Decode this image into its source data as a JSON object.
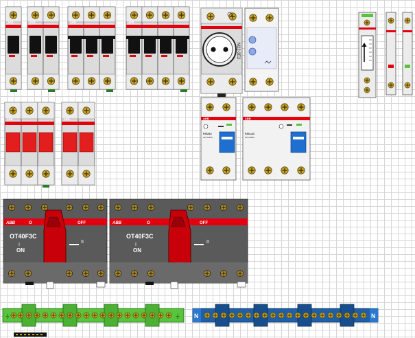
{
  "brand": "ABB",
  "colors": {
    "brand_red": "#e3000f",
    "handle_red": "#c8000a",
    "body_grey": "#d9d9d9",
    "dark_body": "#5a5a5a",
    "rcd_blue": "#1f6fd1",
    "terminal_brass": "#c8a628",
    "earth_bar_green": "#58c43c",
    "neutral_bar_blue": "#1f5fa8"
  },
  "isolators": [
    {
      "model": "OT40F3C",
      "i_label": "I",
      "on_label": "ON",
      "ii_label": "II",
      "o_label": "O",
      "off_label": "OFF"
    },
    {
      "model": "OT40F3C",
      "i_label": "I",
      "on_label": "ON",
      "ii_label": "II",
      "o_label": "O",
      "off_label": "OFF"
    }
  ],
  "socket": {
    "model": "M22-3E2"
  },
  "rcd_small": {
    "model": "F202AC",
    "sub": "30mA/40A"
  },
  "rcd_large": {
    "model": "F204-AC",
    "sub": "30mA/40A"
  },
  "neutral_bar": {
    "left_mark": "N",
    "right_mark": "N"
  },
  "earth_bar": {
    "mark": "⏚"
  }
}
